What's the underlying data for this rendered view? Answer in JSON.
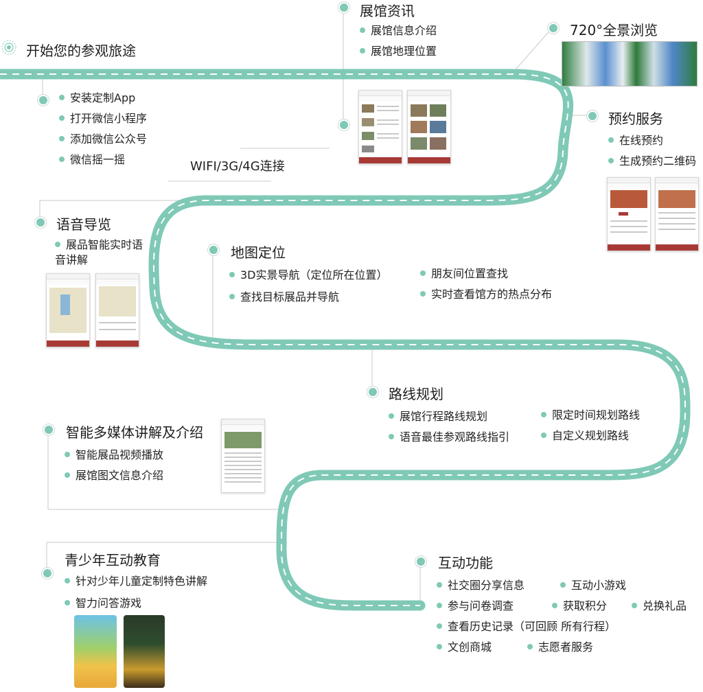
{
  "start": {
    "title": "开始您的参观旅途"
  },
  "sections": {
    "setup": {
      "items": [
        "安装定制App",
        "打开微信小程序",
        "添加微信公众号",
        "微信摇一摇"
      ]
    },
    "museum_info": {
      "title": "展馆资讯",
      "items": [
        "展馆信息介绍",
        "展馆地理位置"
      ]
    },
    "panorama": {
      "title": "720°全景浏览"
    },
    "booking": {
      "title": "预约服务",
      "items": [
        "在线预约",
        "生成预约二维码"
      ]
    },
    "connection": {
      "label": "WIFI/3G/4G连接"
    },
    "audio_guide": {
      "title": "语音导览",
      "items": [
        "展品智能实时语音讲解"
      ]
    },
    "map": {
      "title": "地图定位",
      "items_left": [
        "3D实景导航（定位所在位置）",
        "查找目标展品并导航"
      ],
      "items_right": [
        "朋友间位置查找",
        "实时查看馆方的热点分布"
      ]
    },
    "route": {
      "title": "路线规划",
      "items_left": [
        "展馆行程路线规划",
        "语音最佳参观路线指引"
      ],
      "items_right": [
        "限定时间规划路线",
        "自定义规划路线"
      ]
    },
    "multimedia": {
      "title": "智能多媒体讲解及介绍",
      "items": [
        "智能展品视频播放",
        "展馆图文信息介绍"
      ]
    },
    "youth": {
      "title": "青少年互动教育",
      "items": [
        "针对少年儿童定制特色讲解",
        "智力问答游戏"
      ]
    },
    "interaction": {
      "title": "互动功能",
      "items": [
        "社交圈分享信息",
        "互动小游戏",
        "参与问卷调查",
        "获取积分",
        "兑换礼品",
        "查看历史记录（可回顾 所有行程）",
        "文创商城",
        "志愿者服务"
      ]
    }
  },
  "colors": {
    "road": "#7fc9b6",
    "dash": "#ffffff",
    "bullet": "#7fc9b6",
    "connector": "#c8c8c8"
  }
}
